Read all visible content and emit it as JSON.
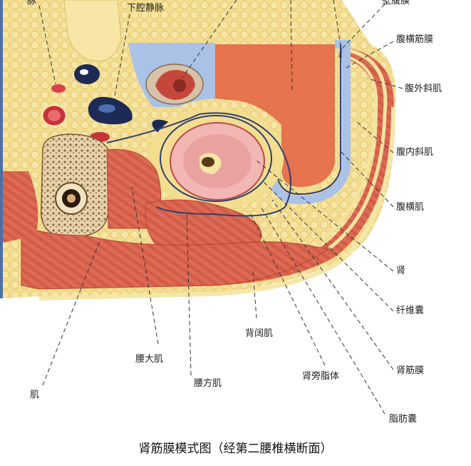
{
  "caption": "肾筋膜模式图（经第二腰椎横断面）",
  "labels": {
    "top_left_partial": "脉",
    "inferior_vena_cava": "下腔静脉",
    "parietal_peritoneum": "壁腹膜",
    "transversalis_fascia": "腹横筋膜",
    "external_oblique": "腹外斜肌",
    "internal_oblique": "腹内斜肌",
    "transversus_abdominis": "腹横肌",
    "kidney": "肾",
    "fibrous_capsule": "纤维囊",
    "renal_fascia": "肾筋膜",
    "adipose_capsule": "脂肪囊",
    "pararenal_fat": "肾旁脂体",
    "latissimus_dorsi": "背阔肌",
    "quadratus_lumborum": "腰方肌",
    "psoas_major": "腰大肌",
    "bottom_left_partial": "肌"
  },
  "colors": {
    "muscle": "#d9644f",
    "muscle_dark": "#b8432f",
    "fat": "#f3dd8e",
    "fascia": "#2e3f73",
    "peritoneum_blue": "#a9c2e6",
    "liver": "#e8775a",
    "kidney_cortex": "#f2b7b4",
    "bone": "#c9a97a"
  }
}
